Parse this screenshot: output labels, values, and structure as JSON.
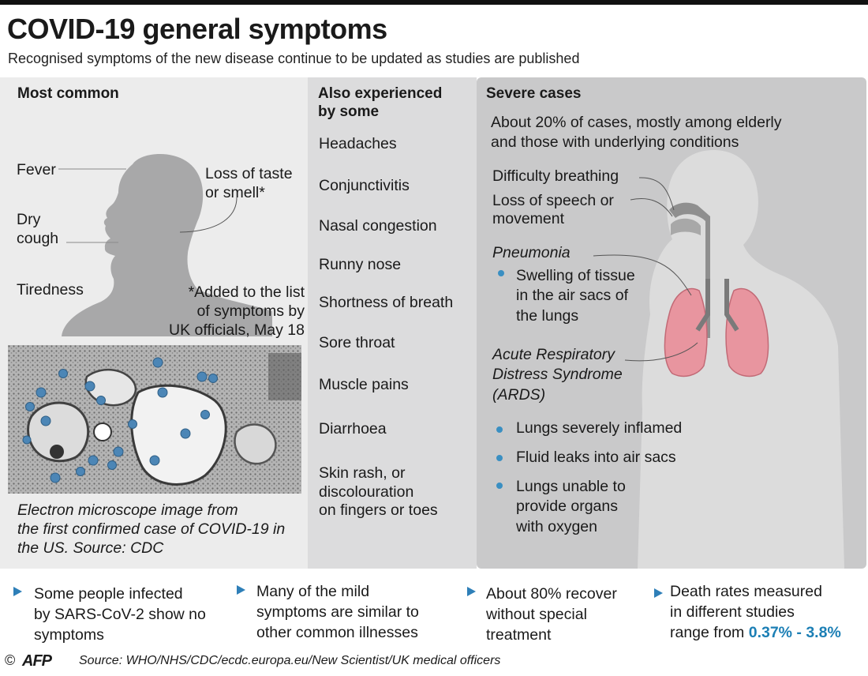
{
  "header": {
    "title": "COVID-19 general symptoms",
    "subtitle": "Recognised symptoms of the new disease continue to be updated as studies are published"
  },
  "most_common": {
    "heading": "Most common",
    "labels": [
      "Fever",
      "Dry",
      "cough",
      "Tiredness",
      "Loss of taste",
      "or smell*"
    ],
    "footnote": [
      "*Added to the list",
      "of symptoms by",
      "UK officials,  May 18"
    ],
    "image_caption": [
      "Electron microscope image from",
      "the first confirmed case of COVID-19 in",
      "the US. Source: CDC"
    ]
  },
  "also_experienced": {
    "heading": [
      "Also experienced",
      "by some"
    ],
    "items": [
      "Headaches",
      "Conjunctivitis",
      "Nasal congestion",
      "Runny nose",
      "Shortness of breath",
      "Sore throat",
      "Muscle pains",
      "Diarrhoea"
    ],
    "last_item": [
      "Skin rash, or",
      "discolouration",
      "on fingers or toes"
    ]
  },
  "severe": {
    "heading": "Severe cases",
    "intro": [
      "About 20% of cases, mostly among elderly",
      "and those with underlying conditions"
    ],
    "difficulty": "Difficulty breathing",
    "speech": [
      "Loss of speech or",
      "movement"
    ],
    "pneumonia": "Pneumonia",
    "pneumonia_bullet": [
      "Swelling of tissue",
      "in the air sacs of",
      "the lungs"
    ],
    "ards": [
      "Acute Respiratory",
      "Distress Syndrome",
      "(ARDS)"
    ],
    "ards_bullets": [
      "Lungs severely inflamed",
      "Fluid leaks into air sacs"
    ],
    "ards_bullet3": [
      "Lungs unable to",
      "provide organs",
      "with oxygen"
    ]
  },
  "notes": [
    [
      "Some people infected",
      "by SARS-CoV-2 show no",
      "symptoms"
    ],
    [
      "Many of the mild",
      "symptoms are similar to",
      "other common illnesses"
    ],
    [
      "About 80% recover",
      "without special",
      "treatment"
    ],
    [
      "Death rates measured",
      "in different studies",
      "range from "
    ]
  ],
  "death_rate_range": "0.37% - 3.8%",
  "footer": {
    "copyright": "©",
    "agency": "AFP",
    "source": "Source: WHO/NHS/CDC/ecdc.europa.eu/New Scientist/UK medical officers"
  },
  "colors": {
    "accent": "#2e7fb8",
    "lungs": "#e58a95",
    "figure": "#9d9d9e"
  }
}
